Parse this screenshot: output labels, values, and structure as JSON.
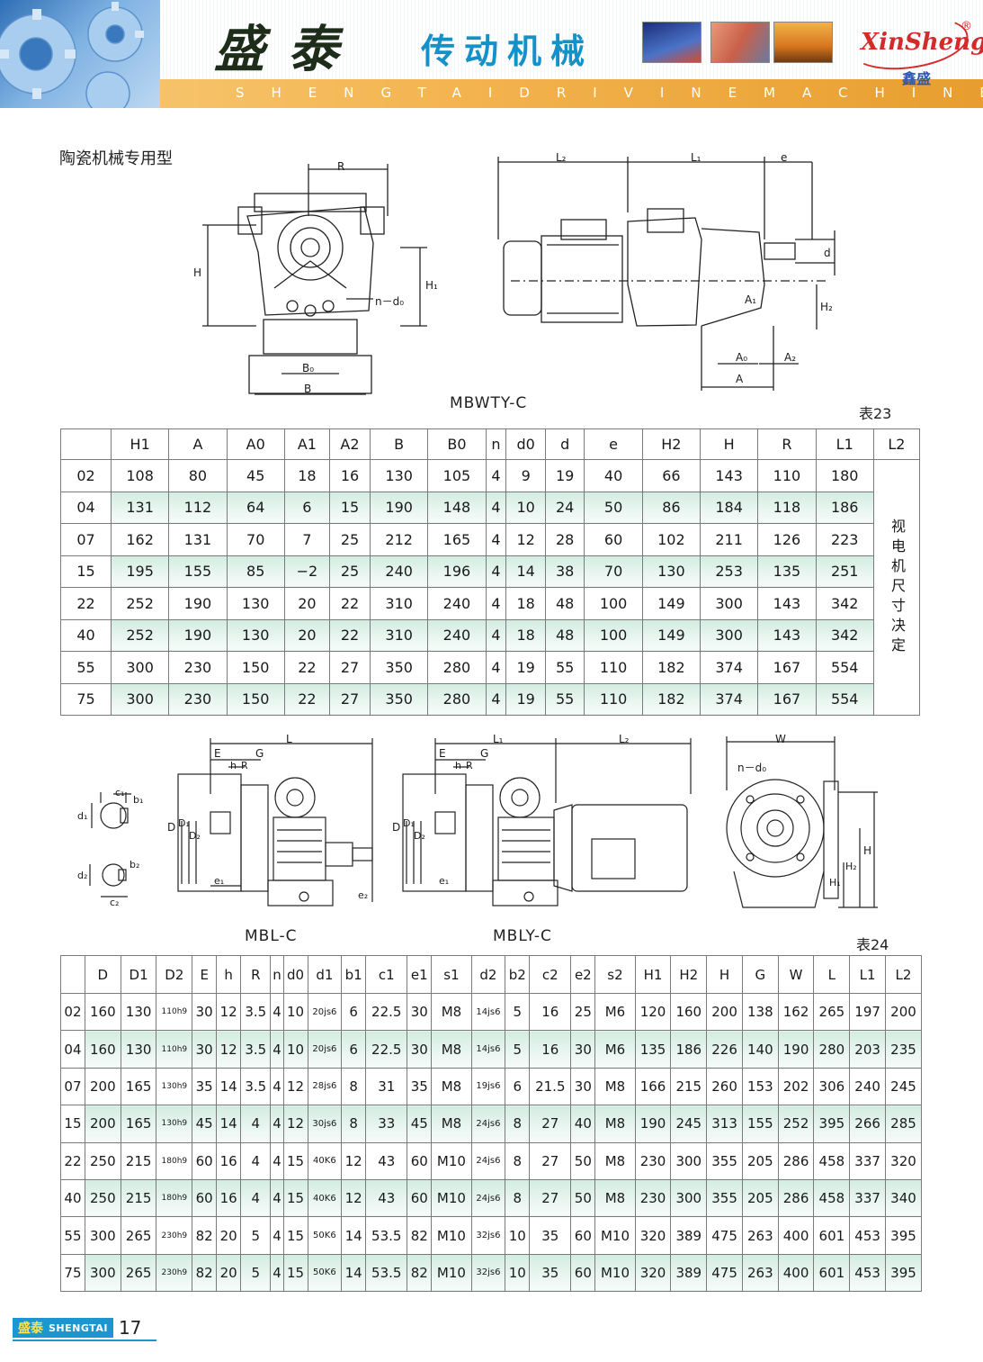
{
  "header": {
    "brand_cn": "盛泰",
    "brand_sub": "传动机械",
    "brand_en": "SHENGTAIDRIVINEMACHINE",
    "logo_en": "XinSheng",
    "logo_cn": "鑫盛",
    "logo_reg": "®"
  },
  "section_title": "陶瓷机械专用型",
  "fig1": {
    "label": "MBWTY-C",
    "dims": {
      "R": "R",
      "H": "H",
      "H1": "H₁",
      "n_d0": "n－d₀",
      "B0": "B₀",
      "B": "B",
      "L2": "L₂",
      "L1": "L₁",
      "e": "e",
      "d": "d",
      "A1": "A₁",
      "H2": "H₂",
      "A0": "A₀",
      "A2": "A₂",
      "A": "A"
    }
  },
  "table23": {
    "caption": "表23",
    "columns": [
      "",
      "H1",
      "A",
      "A0",
      "A1",
      "A2",
      "B",
      "B0",
      "n",
      "d0",
      "d",
      "e",
      "H2",
      "H",
      "R",
      "L1",
      "L2"
    ],
    "rows": [
      [
        "02",
        "108",
        "80",
        "45",
        "18",
        "16",
        "130",
        "105",
        "4",
        "9",
        "19",
        "40",
        "66",
        "143",
        "110",
        "180"
      ],
      [
        "04",
        "131",
        "112",
        "64",
        "6",
        "15",
        "190",
        "148",
        "4",
        "10",
        "24",
        "50",
        "86",
        "184",
        "118",
        "186"
      ],
      [
        "07",
        "162",
        "131",
        "70",
        "7",
        "25",
        "212",
        "165",
        "4",
        "12",
        "28",
        "60",
        "102",
        "211",
        "126",
        "223"
      ],
      [
        "15",
        "195",
        "155",
        "85",
        "−2",
        "25",
        "240",
        "196",
        "4",
        "14",
        "38",
        "70",
        "130",
        "253",
        "135",
        "251"
      ],
      [
        "22",
        "252",
        "190",
        "130",
        "20",
        "22",
        "310",
        "240",
        "4",
        "18",
        "48",
        "100",
        "149",
        "300",
        "143",
        "342"
      ],
      [
        "40",
        "252",
        "190",
        "130",
        "20",
        "22",
        "310",
        "240",
        "4",
        "18",
        "48",
        "100",
        "149",
        "300",
        "143",
        "342"
      ],
      [
        "55",
        "300",
        "230",
        "150",
        "22",
        "27",
        "350",
        "280",
        "4",
        "19",
        "55",
        "110",
        "182",
        "374",
        "167",
        "554"
      ],
      [
        "75",
        "300",
        "230",
        "150",
        "22",
        "27",
        "350",
        "280",
        "4",
        "19",
        "55",
        "110",
        "182",
        "374",
        "167",
        "554"
      ]
    ],
    "l2_note": "视电机尺寸决定"
  },
  "fig2": {
    "label_mbl": "MBL-C",
    "label_mbly": "MBLY-C",
    "dims": {
      "L": "L",
      "E": "E",
      "G": "G",
      "h": "h",
      "R": "R",
      "D": "D",
      "D1": "D₁",
      "D2": "D₂",
      "e1": "e₁",
      "e2": "e₂",
      "c1": "c₁",
      "b1": "b₁",
      "d1": "d₁",
      "d2": "d₂",
      "b2": "b₂",
      "c2": "c₂",
      "L1": "L₁",
      "L2": "L₂",
      "W": "W",
      "n_d0": "n－d₀",
      "H": "H",
      "H1": "H₁",
      "H2": "H₂"
    }
  },
  "table24": {
    "caption": "表24",
    "columns": [
      "",
      "D",
      "D1",
      "D2",
      "E",
      "h",
      "R",
      "n",
      "d0",
      "d1",
      "b1",
      "c1",
      "e1",
      "s1",
      "d2",
      "b2",
      "c2",
      "e2",
      "s2",
      "H1",
      "H2",
      "H",
      "G",
      "W",
      "L",
      "L1",
      "L2"
    ],
    "rows": [
      [
        "02",
        "160",
        "130",
        "110h9",
        "30",
        "12",
        "3.5",
        "4",
        "10",
        "20js6",
        "6",
        "22.5",
        "30",
        "M8",
        "14js6",
        "5",
        "16",
        "25",
        "M6",
        "120",
        "160",
        "200",
        "138",
        "162",
        "265",
        "197",
        "200"
      ],
      [
        "04",
        "160",
        "130",
        "110h9",
        "30",
        "12",
        "3.5",
        "4",
        "10",
        "20js6",
        "6",
        "22.5",
        "30",
        "M8",
        "14js6",
        "5",
        "16",
        "30",
        "M6",
        "135",
        "186",
        "226",
        "140",
        "190",
        "280",
        "203",
        "235"
      ],
      [
        "07",
        "200",
        "165",
        "130h9",
        "35",
        "14",
        "3.5",
        "4",
        "12",
        "28js6",
        "8",
        "31",
        "35",
        "M8",
        "19js6",
        "6",
        "21.5",
        "30",
        "M8",
        "166",
        "215",
        "260",
        "153",
        "202",
        "306",
        "240",
        "245"
      ],
      [
        "15",
        "200",
        "165",
        "130h9",
        "45",
        "14",
        "4",
        "4",
        "12",
        "30js6",
        "8",
        "33",
        "45",
        "M8",
        "24js6",
        "8",
        "27",
        "40",
        "M8",
        "190",
        "245",
        "313",
        "155",
        "252",
        "395",
        "266",
        "285"
      ],
      [
        "22",
        "250",
        "215",
        "180h9",
        "60",
        "16",
        "4",
        "4",
        "15",
        "40K6",
        "12",
        "43",
        "60",
        "M10",
        "24js6",
        "8",
        "27",
        "50",
        "M8",
        "230",
        "300",
        "355",
        "205",
        "286",
        "458",
        "337",
        "320"
      ],
      [
        "40",
        "250",
        "215",
        "180h9",
        "60",
        "16",
        "4",
        "4",
        "15",
        "40K6",
        "12",
        "43",
        "60",
        "M10",
        "24js6",
        "8",
        "27",
        "50",
        "M8",
        "230",
        "300",
        "355",
        "205",
        "286",
        "458",
        "337",
        "340"
      ],
      [
        "55",
        "300",
        "265",
        "230h9",
        "82",
        "20",
        "5",
        "4",
        "15",
        "50K6",
        "14",
        "53.5",
        "82",
        "M10",
        "32js6",
        "10",
        "35",
        "60",
        "M10",
        "320",
        "389",
        "475",
        "263",
        "400",
        "601",
        "453",
        "395"
      ],
      [
        "75",
        "300",
        "265",
        "230h9",
        "82",
        "20",
        "5",
        "4",
        "15",
        "50K6",
        "14",
        "53.5",
        "82",
        "M10",
        "32js6",
        "10",
        "35",
        "60",
        "M10",
        "320",
        "389",
        "475",
        "263",
        "400",
        "601",
        "453",
        "395"
      ]
    ]
  },
  "footer": {
    "brand_cn": "盛泰",
    "brand_en": "SHENGTAI",
    "page": "17"
  },
  "colors": {
    "row_tint": "#d9efe7",
    "accent_blue": "#1a97d1",
    "band_orange": "#f3b24d",
    "logo_red": "#d42a2a"
  }
}
